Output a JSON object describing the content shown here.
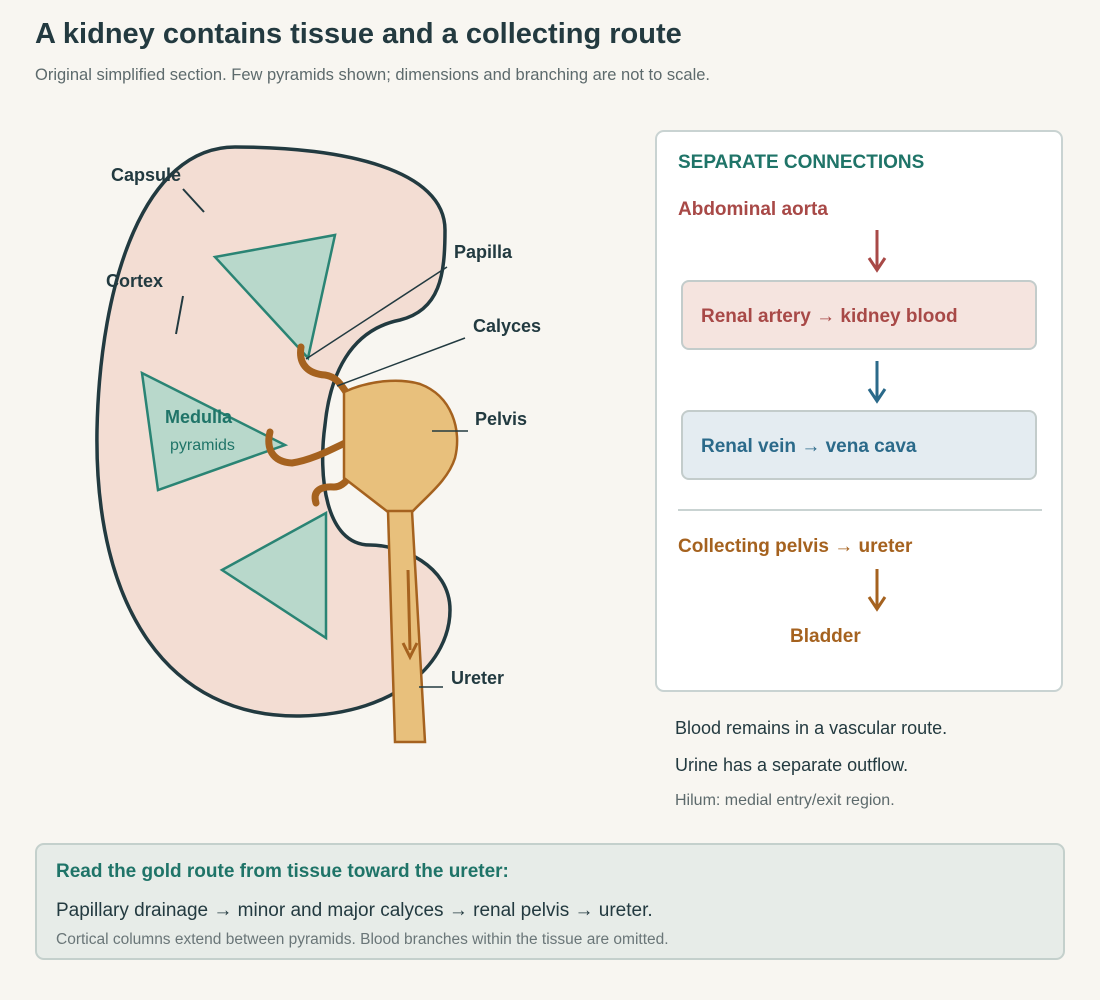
{
  "header": {
    "title": "A kidney contains tissue and a collecting route",
    "subtitle": "Original simplified section. Few pyramids shown; dimensions and branching are not to scale."
  },
  "diagram": {
    "labels": {
      "capsule": "Capsule",
      "cortex": "Cortex",
      "medulla": "Medulla",
      "pyramids": "pyramids",
      "papilla": "Papilla",
      "calyces": "Calyces",
      "pelvis": "Pelvis",
      "ureter": "Ureter"
    }
  },
  "connections": {
    "heading": "SEPARATE CONNECTIONS",
    "aorta": "Abdominal aorta",
    "artery": "Renal artery → kidney blood",
    "vein": "Renal vein → vena cava",
    "collecting": "Collecting pelvis → ureter",
    "bladder": "Bladder"
  },
  "notes": {
    "blood": "Blood remains in a vascular route.",
    "urine": "Urine has a separate outflow.",
    "hilum": "Hilum: medial entry/exit region."
  },
  "footer": {
    "heading": "Read the gold route from tissue toward the ureter:",
    "route": "Papillary drainage → minor and major calyces → renal pelvis → ureter.",
    "note": "Cortical columns extend between pyramids. Blood branches within the tissue are omitted."
  },
  "colors": {
    "kidney_fill": "#f3ddd3",
    "outline": "#223a40",
    "pyramid_fill": "#b8d8cb",
    "pyramid_stroke": "#2a8474",
    "gold_fill": "#e8c07c",
    "gold_stroke": "#a5621f",
    "calyx": "#a5621f",
    "artery": "#a84947",
    "vein": "#2b6a8a",
    "teal_heading": "#1f7468"
  }
}
